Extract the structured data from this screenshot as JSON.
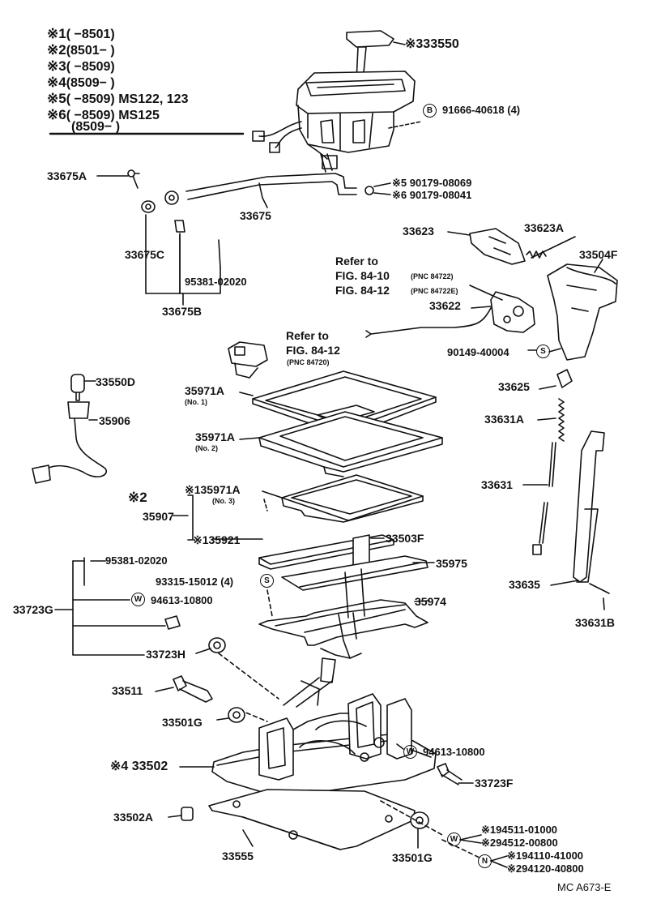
{
  "legend": [
    {
      "mark": "※1",
      "text": "(      −8501)"
    },
    {
      "mark": "※2",
      "text": "(8501−       )"
    },
    {
      "mark": "※3",
      "text": "(      −8509)"
    },
    {
      "mark": "※4",
      "text": "(8509−       )"
    },
    {
      "mark": "※5",
      "text": "(      −8509) MS122, 123"
    },
    {
      "mark": "※6",
      "text": "(      −8509) MS125"
    },
    {
      "mark": "",
      "text": "(8509−       )"
    }
  ],
  "parts": {
    "p33550": "※333550",
    "p91666": "91666-40618 (4)",
    "p33675A": "33675A",
    "p90179a": "※5 90179-08069",
    "p90179b": "※6 90179-08041",
    "p33675": "33675",
    "p33675C": "33675C",
    "p95381a": "95381-02020",
    "p33675B": "33675B",
    "p33623": "33623",
    "p33623A": "33623A",
    "p33504F": "33504F",
    "refer1": "Refer to",
    "fig8410": "FIG. 84-10",
    "pnc84722": "(PNC 84722)",
    "fig8412a": "FIG. 84-12",
    "pnc84722E": "(PNC 84722E)",
    "p33622": "33622",
    "refer2": "Refer to",
    "fig8412b": "FIG. 84-12",
    "pnc84720": "(PNC 84720)",
    "p90149": "90149-40004",
    "p33550D": "33550D",
    "p35906": "35906",
    "p35971A1": "35971A",
    "no1": "(No. 1)",
    "p35971A2": "35971A",
    "no2": "(No. 2)",
    "p33625": "33625",
    "p33631A": "33631A",
    "mark2": "※2",
    "p35971A3": "※135971A",
    "no3": "(No. 3)",
    "p35907": "35907",
    "p35921": "※135921",
    "p33631": "33631",
    "p33503F": "33503F",
    "p95381b": "95381-02020",
    "p93315": "93315-15012 (4)",
    "p35975": "35975",
    "p33723G": "33723G",
    "p94613a": "94613-10800",
    "p35974": "35974",
    "p33635": "33635",
    "p33631B": "33631B",
    "p33723H": "33723H",
    "p33511": "33511",
    "p33501G1": "33501G",
    "p94613b": "94613-10800",
    "p33502": "※4 33502",
    "p33723F": "33723F",
    "p33502A": "33502A",
    "p94511": "※194511-01000",
    "p94512": "※294512-00800",
    "p94110": "※194110-41000",
    "p94120": "※294120-40800",
    "p33555": "33555",
    "p33501G2": "33501G",
    "footer": "MC  A673-E"
  },
  "symbols": {
    "B": "B",
    "S": "S",
    "W": "W",
    "N": "N"
  }
}
